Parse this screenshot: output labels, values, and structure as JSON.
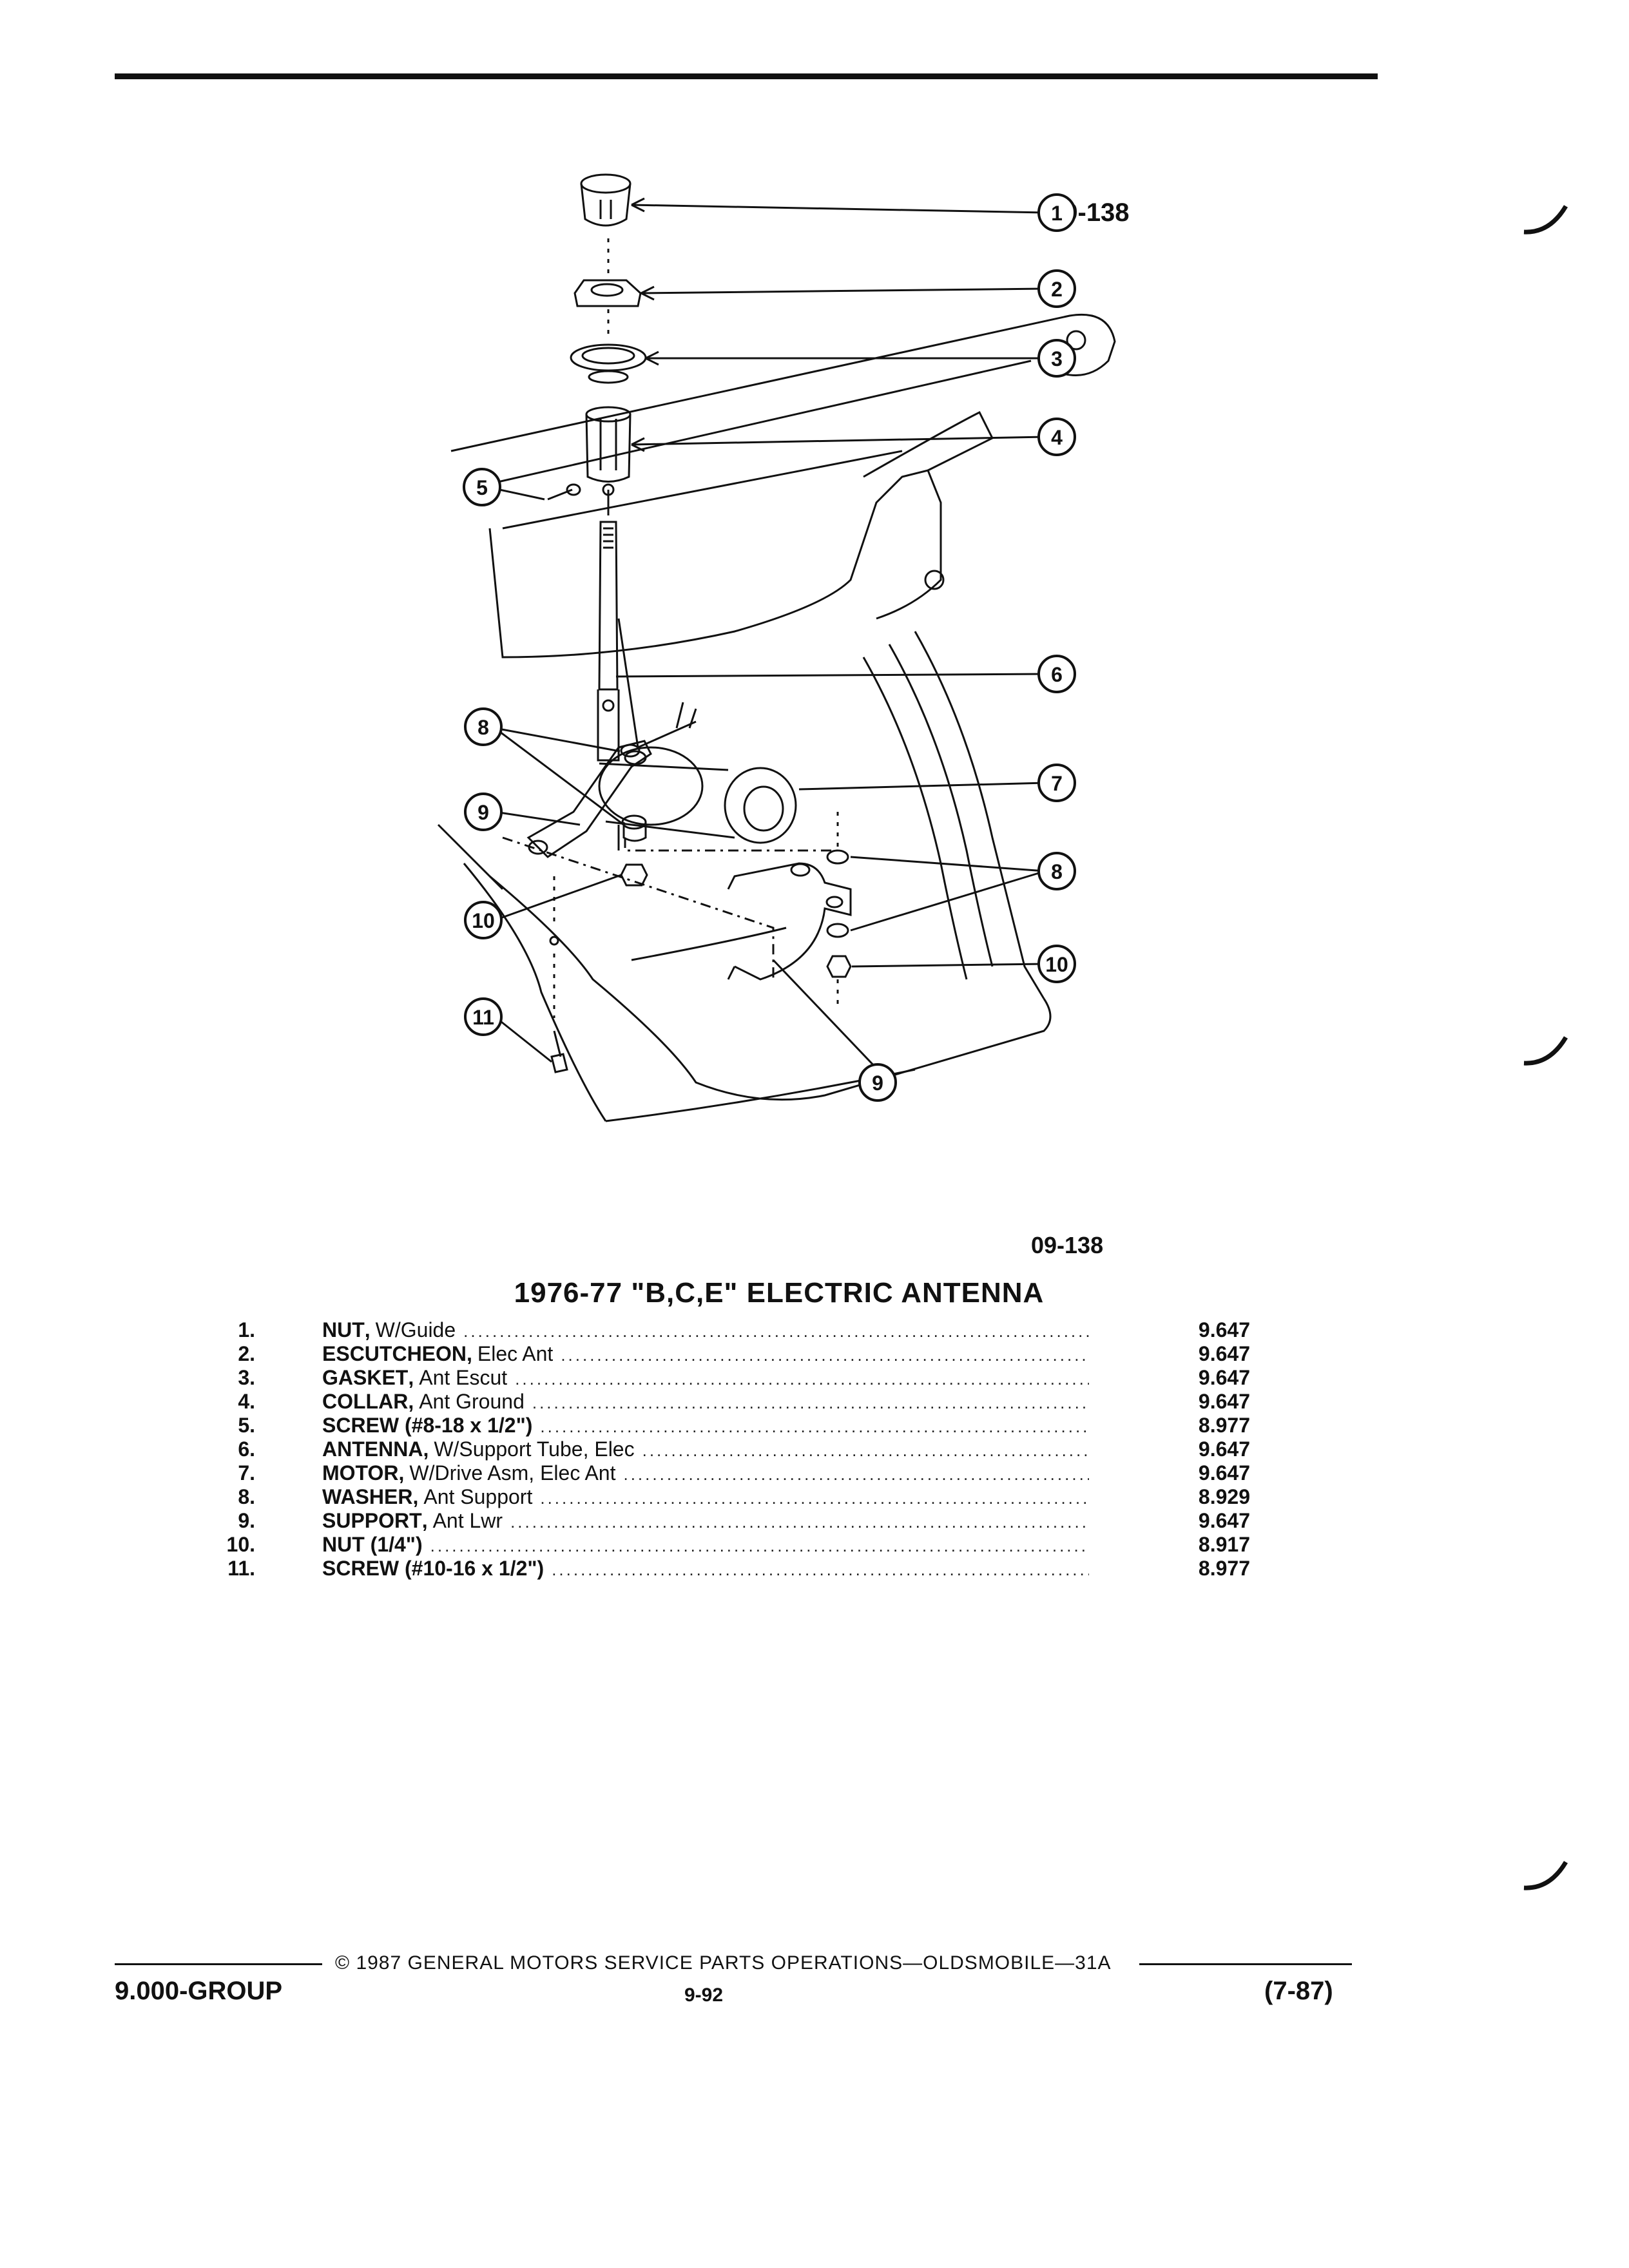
{
  "figure": {
    "code_top": "09-138",
    "code_bottom": "09-138",
    "callouts": [
      "1",
      "2",
      "3",
      "4",
      "5",
      "6",
      "7",
      "8",
      "9",
      "10",
      "11",
      "8",
      "9",
      "10"
    ]
  },
  "title": "1976-77 \"B,C,E\" ELECTRIC ANTENNA",
  "parts": [
    {
      "num": "1.",
      "name": "NUT",
      "detail": "W/Guide",
      "group": "9.647"
    },
    {
      "num": "2.",
      "name": "ESCUTCHEON",
      "detail": "Elec Ant",
      "group": "9.647"
    },
    {
      "num": "3.",
      "name": "GASKET",
      "detail": "Ant Escut",
      "group": "9.647"
    },
    {
      "num": "4.",
      "name": "COLLAR",
      "detail": "Ant Ground",
      "group": "9.647"
    },
    {
      "num": "5.",
      "name": "SCREW (#8-18 x 1/2\")",
      "detail": "",
      "group": "8.977"
    },
    {
      "num": "6.",
      "name": "ANTENNA",
      "detail": "W/Support Tube, Elec",
      "group": "9.647"
    },
    {
      "num": "7.",
      "name": "MOTOR",
      "detail": "W/Drive Asm, Elec Ant",
      "group": "9.647"
    },
    {
      "num": "8.",
      "name": "WASHER",
      "detail": "Ant Support",
      "group": "8.929"
    },
    {
      "num": "9.",
      "name": "SUPPORT",
      "detail": "Ant Lwr",
      "group": "9.647"
    },
    {
      "num": "10.",
      "name": "NUT (1/4\")",
      "detail": "",
      "group": "8.917"
    },
    {
      "num": "11.",
      "name": "SCREW (#10-16 x 1/2\")",
      "detail": "",
      "group": "8.977"
    }
  ],
  "footer": {
    "copyright": "© 1987 GENERAL MOTORS SERVICE PARTS OPERATIONS—OLDSMOBILE—31A",
    "group": "9.000-GROUP",
    "page": "9-92",
    "date": "(7-87)"
  }
}
